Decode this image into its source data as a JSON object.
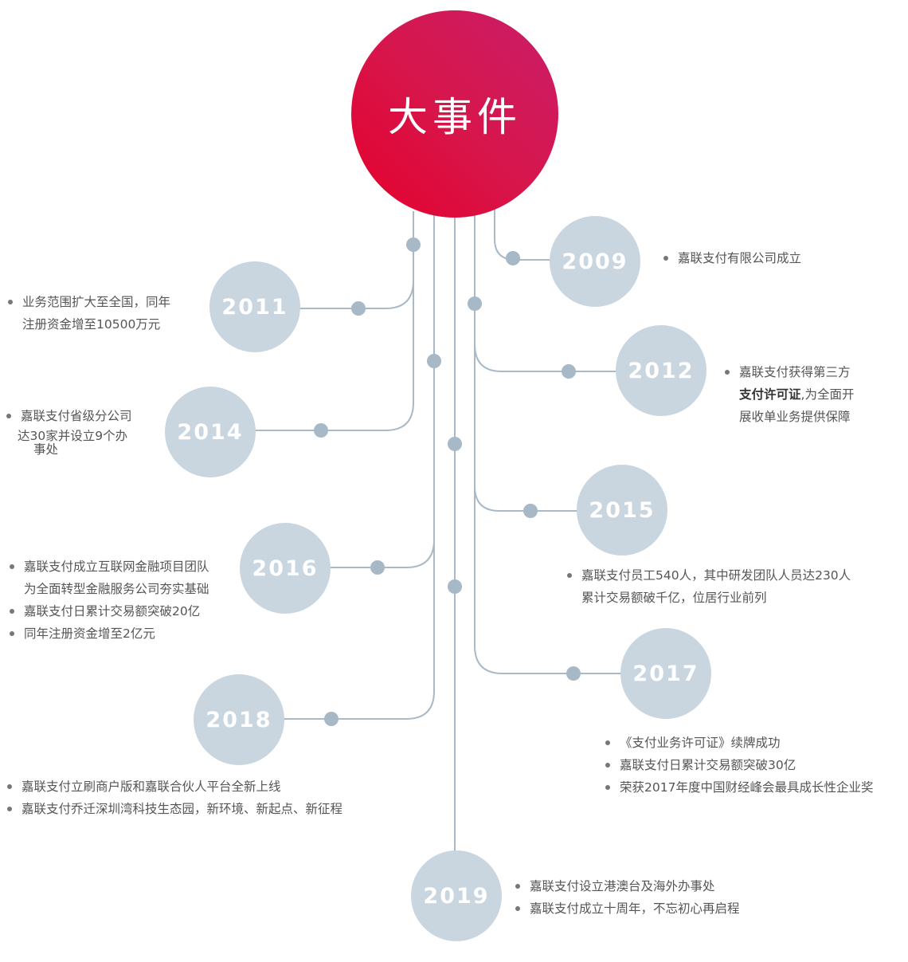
{
  "title": "大事件",
  "milestones": [
    {
      "year": "2009",
      "events": [
        "嘉联支付有限公司成立"
      ]
    },
    {
      "year": "2011",
      "events": [
        "业务范围扩大至全国，同年",
        "注册资金增至10500万元"
      ]
    },
    {
      "year": "2012",
      "events": [
        "嘉联支付获得第三方",
        "支付许可证",
        ",为全面开",
        "展收单业务提供保障"
      ]
    },
    {
      "year": "2014",
      "events": [
        "嘉联支付省级分公司",
        "达30家并设立9个办",
        "事处"
      ]
    },
    {
      "year": "2015",
      "events": [
        "嘉联支付员工540人，其中研发团队人员达230人",
        "累计交易额破千亿，位居行业前列"
      ]
    },
    {
      "year": "2016",
      "events": [
        "嘉联支付成立互联网金融项目团队",
        "为全面转型金融服务公司夯实基础",
        "嘉联支付日累计交易额突破20亿",
        "同年注册资金增至2亿元"
      ]
    },
    {
      "year": "2017",
      "events": [
        "《支付业务许可证》续牌成功",
        "嘉联支付日累计交易额突破30亿",
        "荣获2017年度中国财经峰会最具成长性企业奖"
      ]
    },
    {
      "year": "2018",
      "events": [
        "嘉联支付立刷商户版和嘉联合伙人平台全新上线",
        "嘉联支付乔迁深圳湾科技生态园，新环境、新起点、新征程"
      ]
    },
    {
      "year": "2019",
      "events": [
        "嘉联支付设立港澳台及海外办事处",
        "嘉联支付成立十周年，不忘初心再启程"
      ]
    }
  ],
  "colors": {
    "hero_start": "#e4002b",
    "hero_end": "#c91d6a",
    "year_circle": "#c9d6df",
    "connector": "#a9b9c6",
    "connector_dot": "#a7b8c6"
  }
}
